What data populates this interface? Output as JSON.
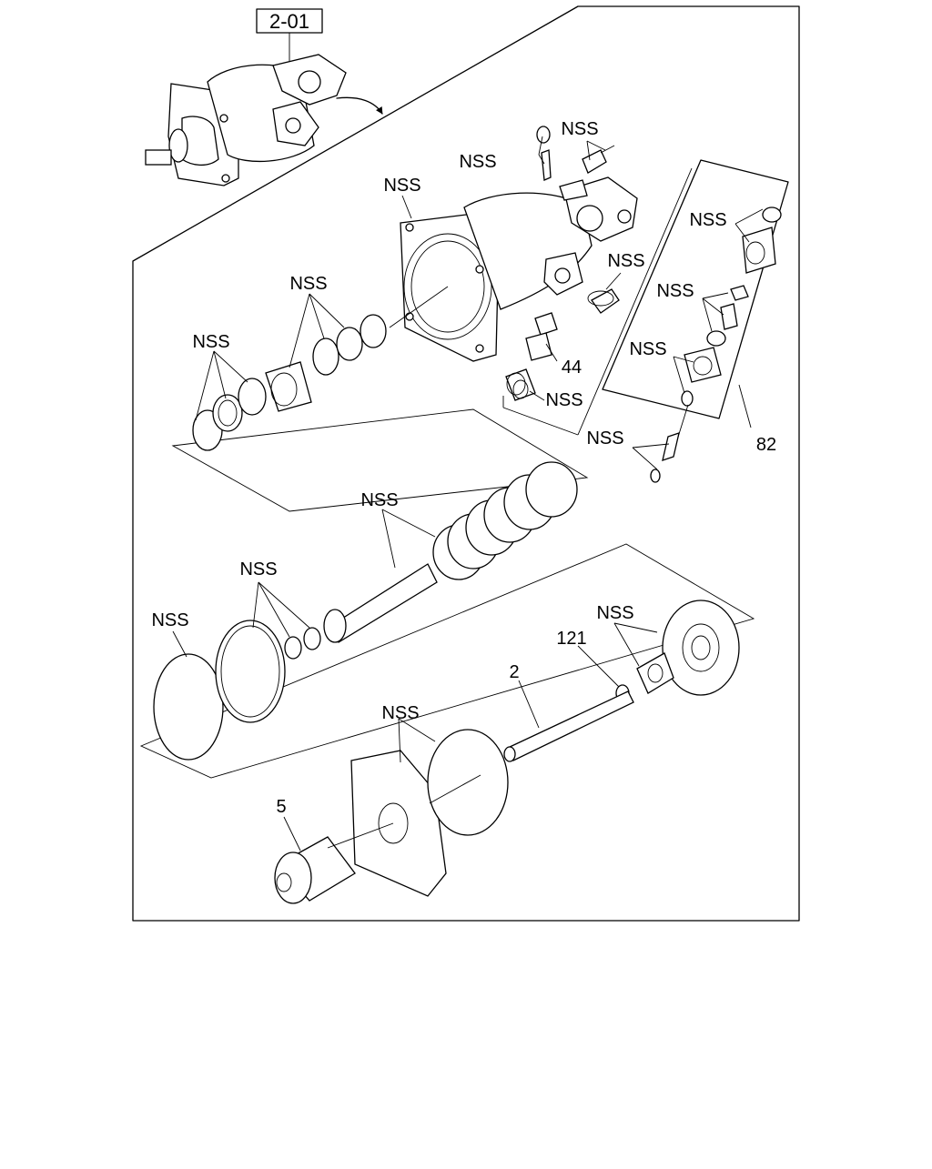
{
  "reference_box": "2-01",
  "labels": {
    "nss": "NSS",
    "part_44": "44",
    "part_82": "82",
    "part_121": "121",
    "part_2": "2",
    "part_5": "5"
  }
}
